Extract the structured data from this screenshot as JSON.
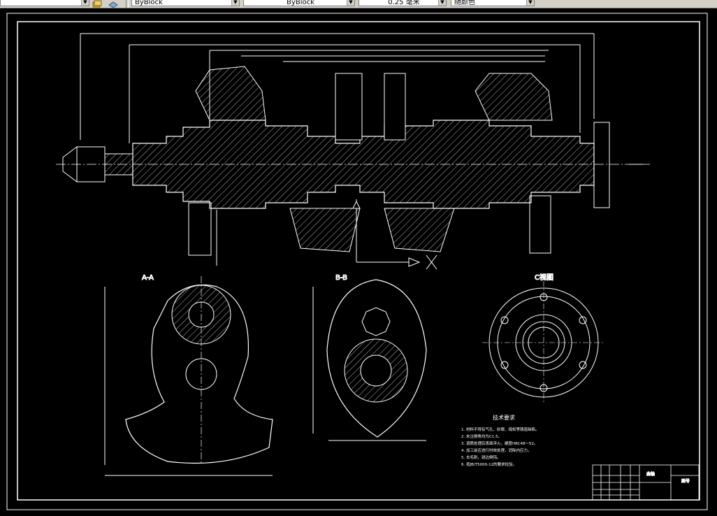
{
  "toolbar": {
    "linetype_value": "ByBlock",
    "linestyle_value": "ByBlock",
    "lineweight_value": "0.25 毫米",
    "plotstyle_value": "随颜色"
  },
  "views": {
    "section_aa": "A-A",
    "section_bb": "B-B",
    "view_c": "C视图"
  },
  "tech_notes": {
    "title": "技术要求",
    "items": [
      "1. 材料不得有气孔、砂眼、疏松等铸造缺陷。",
      "2. 未注倒角均为C1.5。",
      "3. 调质处理后表面淬火，硬度HRC48～52。",
      "4. 加工前应进行时效处理，消除内应力。",
      "5. 去毛刺，锐边倒钝。",
      "6. 按JB/T5000-12的要求检验。"
    ]
  },
  "title_block": {
    "part_name": "曲轴",
    "drawing_no": "图号"
  },
  "colors": {
    "background": "#000000",
    "lines": "#ffffff",
    "toolbar": "#d4d0c8"
  }
}
